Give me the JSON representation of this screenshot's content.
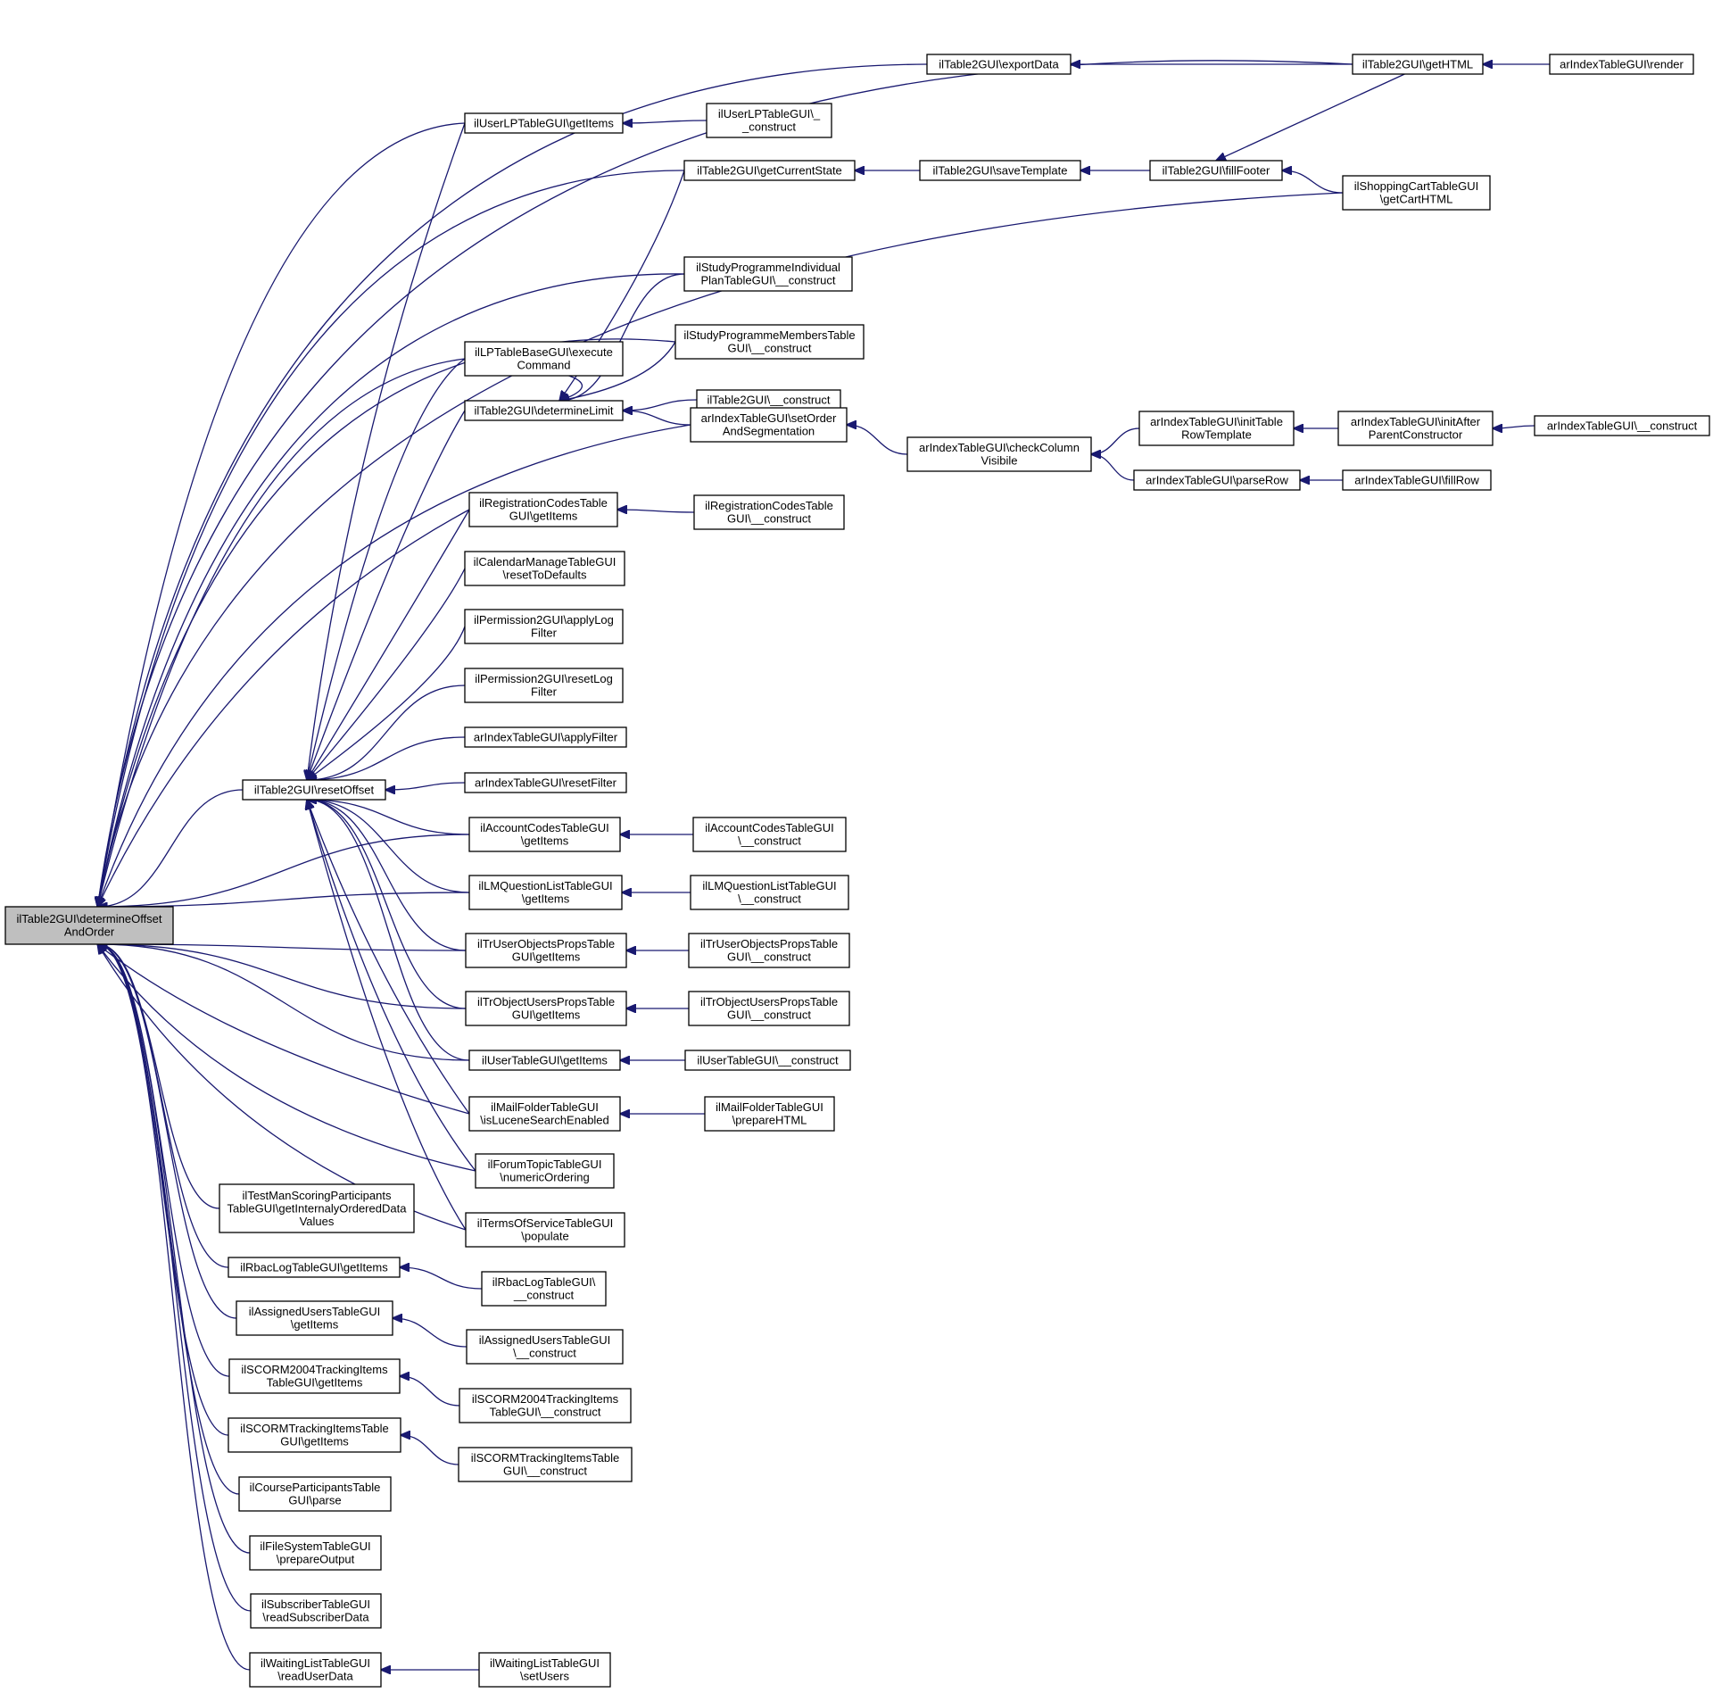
{
  "diagram": {
    "title": "",
    "edge_color": "#191970",
    "root_fill": "#bfbfbf",
    "nodes": [
      {
        "id": "root",
        "lines": [
          "ilTable2GUI\\determineOffset",
          "AndOrder"
        ],
        "root": true
      },
      {
        "id": "exportData",
        "lines": [
          "ilTable2GUI\\exportData"
        ]
      },
      {
        "id": "getHTML",
        "lines": [
          "ilTable2GUI\\getHTML"
        ]
      },
      {
        "id": "render",
        "lines": [
          "arIndexTableGUI\\render"
        ]
      },
      {
        "id": "userLPGetItems",
        "lines": [
          "ilUserLPTableGUI\\getItems"
        ]
      },
      {
        "id": "userLPConstruct",
        "lines": [
          "ilUserLPTableGUI\\_",
          "_construct"
        ]
      },
      {
        "id": "getCurrentState",
        "lines": [
          "ilTable2GUI\\getCurrentState"
        ]
      },
      {
        "id": "saveTemplate",
        "lines": [
          "ilTable2GUI\\saveTemplate"
        ]
      },
      {
        "id": "fillFooter",
        "lines": [
          "ilTable2GUI\\fillFooter"
        ]
      },
      {
        "id": "shoppingCart",
        "lines": [
          "ilShoppingCartTableGUI",
          "\\getCartHTML"
        ]
      },
      {
        "id": "studyIndividual",
        "lines": [
          "ilStudyProgrammeIndividual",
          "PlanTableGUI\\__construct"
        ]
      },
      {
        "id": "studyMembers",
        "lines": [
          "ilStudyProgrammeMembersTable",
          "GUI\\__construct"
        ]
      },
      {
        "id": "lpTableBase",
        "lines": [
          "ilLPTableBaseGUI\\execute",
          "Command"
        ]
      },
      {
        "id": "determineLimit",
        "lines": [
          "ilTable2GUI\\determineLimit"
        ]
      },
      {
        "id": "table2Construct",
        "lines": [
          "ilTable2GUI\\__construct"
        ]
      },
      {
        "id": "setOrderSeg",
        "lines": [
          "arIndexTableGUI\\setOrder",
          "AndSegmentation"
        ]
      },
      {
        "id": "checkColumn",
        "lines": [
          "arIndexTableGUI\\checkColumn",
          "Visibile"
        ]
      },
      {
        "id": "initTableRow",
        "lines": [
          "arIndexTableGUI\\initTable",
          "RowTemplate"
        ]
      },
      {
        "id": "initAfterParent",
        "lines": [
          "arIndexTableGUI\\initAfter",
          "ParentConstructor"
        ]
      },
      {
        "id": "arIndexConstruct",
        "lines": [
          "arIndexTableGUI\\__construct"
        ]
      },
      {
        "id": "parseRow",
        "lines": [
          "arIndexTableGUI\\parseRow"
        ]
      },
      {
        "id": "fillRow",
        "lines": [
          "arIndexTableGUI\\fillRow"
        ]
      },
      {
        "id": "regCodesGetItems",
        "lines": [
          "ilRegistrationCodesTable",
          "GUI\\getItems"
        ]
      },
      {
        "id": "regCodesConstruct",
        "lines": [
          "ilRegistrationCodesTable",
          "GUI\\__construct"
        ]
      },
      {
        "id": "calendarReset",
        "lines": [
          "ilCalendarManageTableGUI",
          "\\resetToDefaults"
        ]
      },
      {
        "id": "permApply",
        "lines": [
          "ilPermission2GUI\\applyLog",
          "Filter"
        ]
      },
      {
        "id": "permReset",
        "lines": [
          "ilPermission2GUI\\resetLog",
          "Filter"
        ]
      },
      {
        "id": "arApplyFilter",
        "lines": [
          "arIndexTableGUI\\applyFilter"
        ]
      },
      {
        "id": "resetOffset",
        "lines": [
          "ilTable2GUI\\resetOffset"
        ]
      },
      {
        "id": "arResetFilter",
        "lines": [
          "arIndexTableGUI\\resetFilter"
        ]
      },
      {
        "id": "accountGetItems",
        "lines": [
          "ilAccountCodesTableGUI",
          "\\getItems"
        ]
      },
      {
        "id": "accountConstruct",
        "lines": [
          "ilAccountCodesTableGUI",
          "\\__construct"
        ]
      },
      {
        "id": "lmqGetItems",
        "lines": [
          "ilLMQuestionListTableGUI",
          "\\getItems"
        ]
      },
      {
        "id": "lmqConstruct",
        "lines": [
          "ilLMQuestionListTableGUI",
          "\\__construct"
        ]
      },
      {
        "id": "trUserGetItems",
        "lines": [
          "ilTrUserObjectsPropsTable",
          "GUI\\getItems"
        ]
      },
      {
        "id": "trUserConstruct",
        "lines": [
          "ilTrUserObjectsPropsTable",
          "GUI\\__construct"
        ]
      },
      {
        "id": "trObjGetItems",
        "lines": [
          "ilTrObjectUsersPropsTable",
          "GUI\\getItems"
        ]
      },
      {
        "id": "trObjConstruct",
        "lines": [
          "ilTrObjectUsersPropsTable",
          "GUI\\__construct"
        ]
      },
      {
        "id": "userGetItems",
        "lines": [
          "ilUserTableGUI\\getItems"
        ]
      },
      {
        "id": "userConstruct",
        "lines": [
          "ilUserTableGUI\\__construct"
        ]
      },
      {
        "id": "mailLucene",
        "lines": [
          "ilMailFolderTableGUI",
          "\\isLuceneSearchEnabled"
        ]
      },
      {
        "id": "mailPrepare",
        "lines": [
          "ilMailFolderTableGUI",
          "\\prepareHTML"
        ]
      },
      {
        "id": "forumNumeric",
        "lines": [
          "ilForumTopicTableGUI",
          "\\numericOrdering"
        ]
      },
      {
        "id": "testMan",
        "lines": [
          "ilTestManScoringParticipants",
          "TableGUI\\getInternalyOrderedData",
          "Values"
        ]
      },
      {
        "id": "termsPopulate",
        "lines": [
          "ilTermsOfServiceTableGUI",
          "\\populate"
        ]
      },
      {
        "id": "rbacGetItems",
        "lines": [
          "ilRbacLogTableGUI\\getItems"
        ]
      },
      {
        "id": "rbacConstruct",
        "lines": [
          "ilRbacLogTableGUI\\",
          "__construct"
        ]
      },
      {
        "id": "assignedGetItems",
        "lines": [
          "ilAssignedUsersTableGUI",
          "\\getItems"
        ]
      },
      {
        "id": "assignedConstruct",
        "lines": [
          "ilAssignedUsersTableGUI",
          "\\__construct"
        ]
      },
      {
        "id": "scorm2004GetItems",
        "lines": [
          "ilSCORM2004TrackingItems",
          "TableGUI\\getItems"
        ]
      },
      {
        "id": "scorm2004Construct",
        "lines": [
          "ilSCORM2004TrackingItems",
          "TableGUI\\__construct"
        ]
      },
      {
        "id": "scormGetItems",
        "lines": [
          "ilSCORMTrackingItemsTable",
          "GUI\\getItems"
        ]
      },
      {
        "id": "scormConstruct",
        "lines": [
          "ilSCORMTrackingItemsTable",
          "GUI\\__construct"
        ]
      },
      {
        "id": "courseParse",
        "lines": [
          "ilCourseParticipantsTable",
          "GUI\\parse"
        ]
      },
      {
        "id": "fileSystem",
        "lines": [
          "ilFileSystemTableGUI",
          "\\prepareOutput"
        ]
      },
      {
        "id": "subscriber",
        "lines": [
          "ilSubscriberTableGUI",
          "\\readSubscriberData"
        ]
      },
      {
        "id": "waitingRead",
        "lines": [
          "ilWaitingListTableGUI",
          "\\readUserData"
        ]
      },
      {
        "id": "waitingSet",
        "lines": [
          "ilWaitingListTableGUI",
          "\\setUsers"
        ]
      }
    ],
    "edges": [
      [
        "root",
        "getHTML"
      ],
      [
        "root",
        "exportData"
      ],
      [
        "root",
        "userLPGetItems"
      ],
      [
        "root",
        "getCurrentState"
      ],
      [
        "root",
        "shoppingCart"
      ],
      [
        "root",
        "studyIndividual"
      ],
      [
        "root",
        "studyMembers"
      ],
      [
        "root",
        "lpTableBase"
      ],
      [
        "root",
        "setOrderSeg"
      ],
      [
        "root",
        "regCodesGetItems"
      ],
      [
        "root",
        "resetOffset"
      ],
      [
        "root",
        "accountGetItems"
      ],
      [
        "root",
        "lmqGetItems"
      ],
      [
        "root",
        "trUserGetItems"
      ],
      [
        "root",
        "trObjGetItems"
      ],
      [
        "root",
        "userGetItems"
      ],
      [
        "root",
        "mailLucene"
      ],
      [
        "root",
        "forumNumeric"
      ],
      [
        "root",
        "termsPopulate"
      ],
      [
        "root",
        "testMan"
      ],
      [
        "root",
        "rbacGetItems"
      ],
      [
        "root",
        "assignedGetItems"
      ],
      [
        "root",
        "scorm2004GetItems"
      ],
      [
        "root",
        "scormGetItems"
      ],
      [
        "root",
        "courseParse"
      ],
      [
        "root",
        "fileSystem"
      ],
      [
        "root",
        "subscriber"
      ],
      [
        "root",
        "waitingRead"
      ],
      [
        "exportData",
        "getHTML"
      ],
      [
        "getHTML",
        "render"
      ],
      [
        "userLPGetItems",
        "userLPConstruct"
      ],
      [
        "getCurrentState",
        "saveTemplate"
      ],
      [
        "saveTemplate",
        "fillFooter"
      ],
      [
        "fillFooter",
        "getHTML"
      ],
      [
        "fillFooter",
        "shoppingCart"
      ],
      [
        "determineLimit",
        "getCurrentState"
      ],
      [
        "determineLimit",
        "studyIndividual"
      ],
      [
        "determineLimit",
        "studyMembers"
      ],
      [
        "determineLimit",
        "lpTableBase"
      ],
      [
        "determineLimit",
        "table2Construct"
      ],
      [
        "determineLimit",
        "setOrderSeg"
      ],
      [
        "setOrderSeg",
        "checkColumn"
      ],
      [
        "checkColumn",
        "initTableRow"
      ],
      [
        "checkColumn",
        "parseRow"
      ],
      [
        "initTableRow",
        "initAfterParent"
      ],
      [
        "initAfterParent",
        "arIndexConstruct"
      ],
      [
        "parseRow",
        "fillRow"
      ],
      [
        "regCodesGetItems",
        "regCodesConstruct"
      ],
      [
        "resetOffset",
        "userLPGetItems"
      ],
      [
        "resetOffset",
        "lpTableBase"
      ],
      [
        "resetOffset",
        "determineLimit"
      ],
      [
        "resetOffset",
        "regCodesGetItems"
      ],
      [
        "resetOffset",
        "calendarReset"
      ],
      [
        "resetOffset",
        "permApply"
      ],
      [
        "resetOffset",
        "permReset"
      ],
      [
        "resetOffset",
        "arApplyFilter"
      ],
      [
        "resetOffset",
        "arResetFilter"
      ],
      [
        "resetOffset",
        "accountGetItems"
      ],
      [
        "resetOffset",
        "lmqGetItems"
      ],
      [
        "resetOffset",
        "trUserGetItems"
      ],
      [
        "resetOffset",
        "trObjGetItems"
      ],
      [
        "resetOffset",
        "userGetItems"
      ],
      [
        "resetOffset",
        "mailLucene"
      ],
      [
        "resetOffset",
        "forumNumeric"
      ],
      [
        "resetOffset",
        "termsPopulate"
      ],
      [
        "accountGetItems",
        "accountConstruct"
      ],
      [
        "lmqGetItems",
        "lmqConstruct"
      ],
      [
        "trUserGetItems",
        "trUserConstruct"
      ],
      [
        "trObjGetItems",
        "trObjConstruct"
      ],
      [
        "userGetItems",
        "userConstruct"
      ],
      [
        "mailLucene",
        "mailPrepare"
      ],
      [
        "rbacGetItems",
        "rbacConstruct"
      ],
      [
        "assignedGetItems",
        "assignedConstruct"
      ],
      [
        "scorm2004GetItems",
        "scorm2004Construct"
      ],
      [
        "scormGetItems",
        "scormConstruct"
      ],
      [
        "waitingRead",
        "waitingSet"
      ]
    ]
  }
}
